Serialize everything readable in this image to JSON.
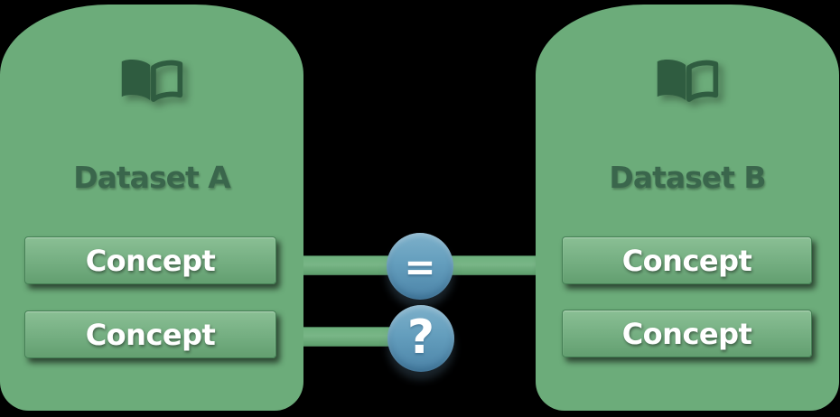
{
  "diagram": {
    "background_color": "#000000",
    "datasets": [
      {
        "title": "Dataset A",
        "icon": "open-book",
        "concepts": [
          {
            "label": "Concept"
          },
          {
            "label": "Concept"
          }
        ]
      },
      {
        "title": "Dataset B",
        "icon": "open-book",
        "concepts": [
          {
            "label": "Concept"
          },
          {
            "label": "Concept"
          }
        ]
      }
    ],
    "connectors": [
      {
        "label": "=",
        "style": "arrow",
        "from": "Dataset A / Concept 1",
        "to": "Dataset B / Concept 1"
      },
      {
        "label": "?",
        "style": "open-line",
        "from": "Dataset A / Concept 2",
        "to": ""
      }
    ],
    "colors": {
      "shape_green": "#6cac7a",
      "dark_green": "#2f5c40",
      "title_green": "#3a664c",
      "box_green_top": "#8abf94",
      "box_green_bottom": "#639f70",
      "bar_green": "#6db07c",
      "circle_blue_top": "#7db0ca",
      "circle_blue_bottom": "#4c84a8",
      "label_white": "#ffffff"
    }
  }
}
